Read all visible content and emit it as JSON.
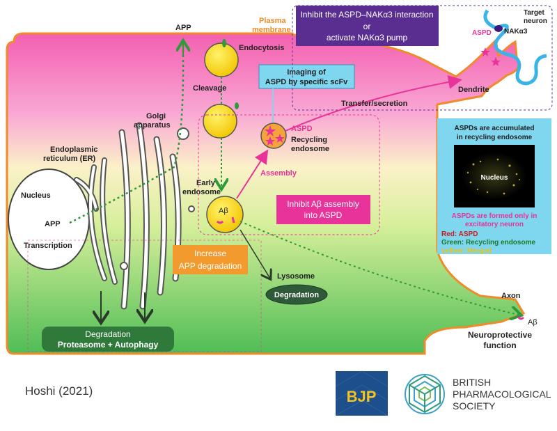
{
  "labels": {
    "app_top": "APP",
    "plasma_membrane_1": "Plasma",
    "plasma_membrane_2": "membrane",
    "endocytosis": "Endocytosis",
    "cleavage": "Cleavage",
    "golgi_1": "Golgi",
    "golgi_2": "apparatus",
    "er_1": "Endoplasmic",
    "er_2": "reticulum (ER)",
    "nucleus": "Nucleus",
    "app_nucleus": "APP",
    "transcription": "Transcription",
    "early_endosome_1": "Early",
    "early_endosome_2": "endosome",
    "abeta": "Aβ",
    "aspd": "ASPD",
    "recycling_1": "Recycling",
    "recycling_2": "endosome",
    "assembly": "Assembly",
    "lysosome": "Lysosome",
    "lysosome_degradation": "Degradation",
    "degradation_bottom_1": "Degradation",
    "degradation_bottom_2": "Proteasome + Autophagy",
    "transfer_secretion": "Transfer/secretion",
    "dendrite": "Dendrite",
    "axon": "Axon",
    "abeta_axon": "Aβ",
    "neuroprotective_1": "Neuroprotective",
    "neuroprotective_2": "function",
    "target_neuron_1": "Target",
    "target_neuron_2": "neuron",
    "aspd_target": "ASPD",
    "naka3_target": "NAKα3"
  },
  "boxes": {
    "inhibit_interaction_1": "Inhibit the ASPD–NAKα3 interaction",
    "inhibit_interaction_2": "or",
    "inhibit_interaction_3": "activate NAKα3 pump",
    "imaging_1": "Imaging of",
    "imaging_2": "ASPD by specific scFv",
    "inhibit_assembly_1": "Inhibit Aβ assembly",
    "inhibit_assembly_2": "into ASPD",
    "increase_degradation_1": "Increase",
    "increase_degradation_2": "APP degradation"
  },
  "micrograph_panel": {
    "title_1": "ASPDs are accumulated",
    "title_2": "in recycling endosome",
    "nucleus": "Nucleus",
    "caption_1": "ASPDs are formed only in",
    "caption_2": "excitatory neuron",
    "legend_red": "Red: ASPD",
    "legend_green": "Green: Recycling endosome",
    "legend_yellow": "yellow: Merged"
  },
  "footer": {
    "citation": "Hoshi (2021)",
    "bjp_logo": "BJP",
    "society_1": "BRITISH",
    "society_2": "PHARMACOLOGICAL",
    "society_3": "SOCIETY"
  },
  "colors": {
    "cell_outline": "#f08a2a",
    "membrane_label": "#f08a2a",
    "aspd_magenta": "#e8339a",
    "purple_box": "#5a2d91",
    "cyan_panel": "#7fd6ef",
    "increase_box": "#f29a2e",
    "degradation_box": "#2f7a3a",
    "bjp_blue": "#1c4f8c",
    "bjp_yellow": "#f5c31c"
  }
}
